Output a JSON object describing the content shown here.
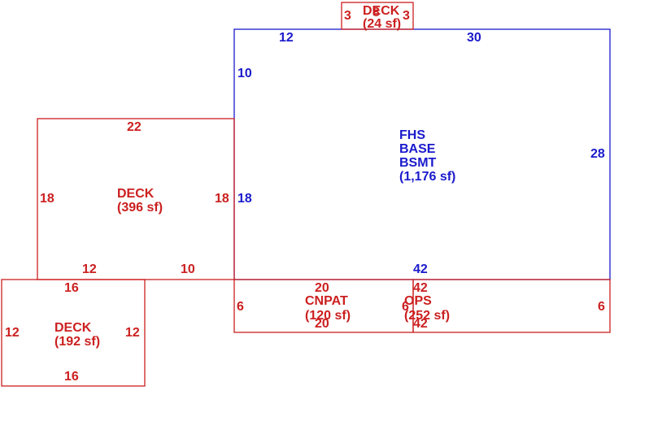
{
  "colors": {
    "main": "#1a1acc",
    "addition": "#cc1f1f"
  },
  "main_area": {
    "line1": "FHS",
    "line2": "BASE",
    "line3": "BSMT",
    "line4": "(1,176 sf)",
    "dims": {
      "top_left": "12",
      "top_right": "30",
      "left_upper": "10",
      "left_lower": "18",
      "right": "28",
      "bottom": "42"
    }
  },
  "deck_top": {
    "name": "DECK",
    "area": "(24 sf)",
    "dims": {
      "left": "3",
      "top": "8",
      "right": "3"
    }
  },
  "deck_left": {
    "name": "DECK",
    "area": "(396 sf)",
    "dims": {
      "top": "22",
      "left": "18",
      "right": "18",
      "bottom_left": "12",
      "bottom_right": "10"
    }
  },
  "deck_bottom_left": {
    "name": "DECK",
    "area": "(192 sf)",
    "dims": {
      "top": "16",
      "left": "12",
      "right": "12",
      "bottom": "16"
    }
  },
  "cnpat": {
    "name": "CNPAT",
    "area": "(120 sf)",
    "dims": {
      "top": "20",
      "left": "6",
      "right": "6",
      "bottom": "20"
    }
  },
  "ops": {
    "name": "OPS",
    "area": "(252 sf)",
    "dims": {
      "top": "42",
      "right": "6",
      "bottom": "42"
    }
  }
}
